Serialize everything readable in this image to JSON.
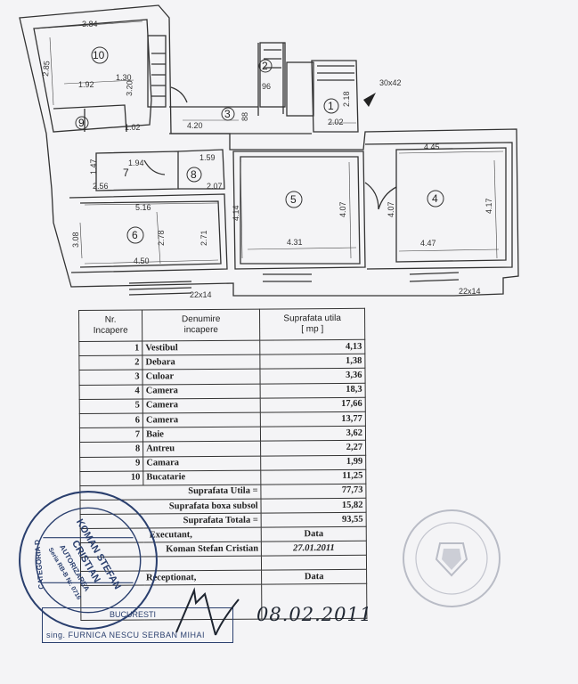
{
  "plan": {
    "rooms": [
      {
        "num": "10"
      },
      {
        "num": "9"
      },
      {
        "num": "8"
      },
      {
        "num": "7"
      },
      {
        "num": "6"
      },
      {
        "num": "5"
      },
      {
        "num": "4"
      },
      {
        "num": "3"
      },
      {
        "num": "2"
      },
      {
        "num": "1"
      }
    ],
    "dims": {
      "d1": "3.84",
      "d2": "2.85",
      "d3": "1.92",
      "d4": "1.30",
      "d5": "3.20",
      "d6": "1.02",
      "d7": "4.20",
      "d8": "88",
      "d9": "96",
      "d10": "2.02",
      "d11": "2.18",
      "d12": "30x42",
      "d13": "4.45",
      "d14": "4.17",
      "d15": "4.07",
      "d16": "4.47",
      "d17": "4.07",
      "d18": "4.31",
      "d19": "4.14",
      "d20": "5.16",
      "d21": "3.08",
      "d22": "2.78",
      "d23": "2.71",
      "d24": "4.50",
      "d25": "22x14",
      "d26": "22x14",
      "d27": "1.47",
      "d28": "2.56",
      "d29": "1.94",
      "d30": "1.59",
      "d31": "2.07"
    }
  },
  "table": {
    "headers": {
      "nr": "Nr.\nIncapere",
      "name": "Denumire\nincapere",
      "area": "Suprafata utila\n[ mp ]"
    },
    "rows": [
      {
        "nr": "1",
        "name": "Vestibul",
        "area": "4,13"
      },
      {
        "nr": "2",
        "name": "Debara",
        "area": "1,38"
      },
      {
        "nr": "3",
        "name": "Culoar",
        "area": "3,36"
      },
      {
        "nr": "4",
        "name": "Camera",
        "area": "18,3"
      },
      {
        "nr": "5",
        "name": "Camera",
        "area": "17,66"
      },
      {
        "nr": "6",
        "name": "Camera",
        "area": "13,77"
      },
      {
        "nr": "7",
        "name": "Baie",
        "area": "3,62"
      },
      {
        "nr": "8",
        "name": "Antreu",
        "area": "2,27"
      },
      {
        "nr": "9",
        "name": "Camara",
        "area": "1,99"
      },
      {
        "nr": "10",
        "name": "Bucatarie",
        "area": "11,25"
      }
    ],
    "totals": [
      {
        "label": "Suprafata Utila =",
        "value": "77,73"
      },
      {
        "label": "Suprafata boxa subsol",
        "value": "15,82"
      },
      {
        "label": "Suprafata Totala =",
        "value": "93,55"
      }
    ],
    "executant_label": "Executant,",
    "date_label": "Data",
    "executant_name": "Koman Stefan Cristian",
    "executant_date": "27.01.2011",
    "receptionat_label": "Receptionat,",
    "date_label2": "Data"
  },
  "stamps": {
    "left_lines": [
      "KOMAN STEFAN",
      "CRISTIAN",
      "CATEGORIA D",
      "AUTORIZAREA",
      "Seria RB-B Nr. 0716"
    ],
    "box_city": "BUCURESTI",
    "box_sign": "sing. FURNICA NESCU SERBAN MIHAI"
  },
  "handwriting": {
    "date": "08.02.2011"
  },
  "colors": {
    "ink": "#333333",
    "stamp_blue": "#2a3f6e",
    "paper": "#f4f4f6"
  }
}
